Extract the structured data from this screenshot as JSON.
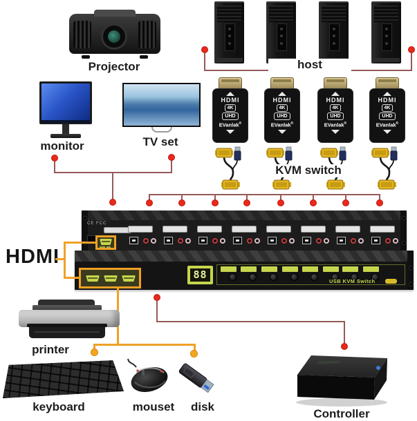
{
  "labels": {
    "projector": "Projector",
    "monitor": "monitor",
    "tv_set": "TV set",
    "host": "host",
    "kvm_switch": "KVM switch",
    "hdmi": "HDMI",
    "printer": "printer",
    "keyboard": "keyboard",
    "mouse": "mouset",
    "disk": "disk",
    "controller": "Controller"
  },
  "adapter": {
    "logo": "HDMI",
    "res": "4K",
    "uhd": "UHD",
    "brand": "EVanlak",
    "reg": "®"
  },
  "kvm": {
    "rear_certs": "CE FCC",
    "display": "88",
    "product": "USB KVM Switch",
    "port_count": 8,
    "host_count": 4
  },
  "colors": {
    "red_line": "#96585a",
    "red_dot": "#e8291c",
    "orange": "#f0a125",
    "accent_green": "#c6d64d"
  }
}
